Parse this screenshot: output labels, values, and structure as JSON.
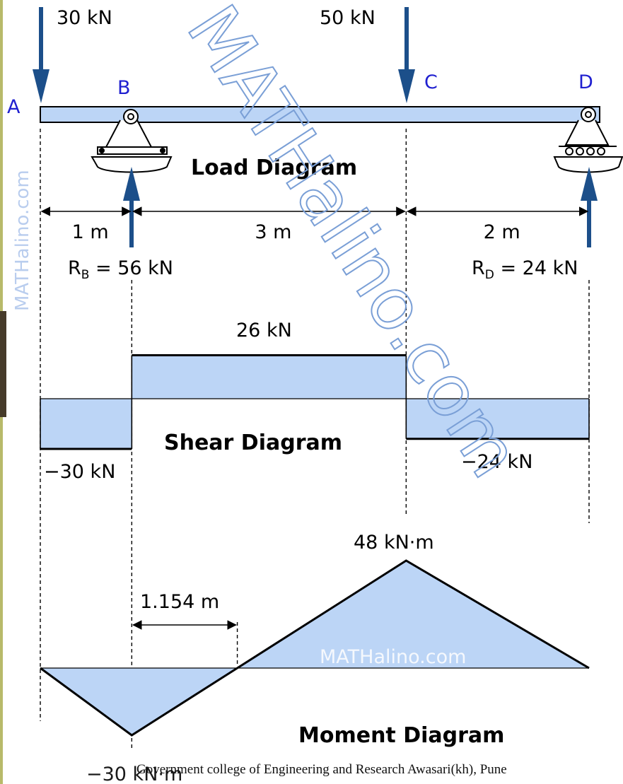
{
  "colors": {
    "fill": "#bcd5f6",
    "line": "#000000",
    "arrow": "#1c4f8a",
    "node_label": "#2020d0",
    "watermark": "#7a9fd6",
    "left_strip": "#b8ba6a",
    "dark_strip": "#463b2a"
  },
  "beam": {
    "points": [
      {
        "label": "A",
        "position": 0
      },
      {
        "label": "B",
        "position": 1
      },
      {
        "label": "C",
        "position": 4
      },
      {
        "label": "D",
        "position": 6
      }
    ],
    "loads": [
      {
        "label": "30 kN",
        "position": 0,
        "direction": "down"
      },
      {
        "label": "50 kN",
        "position": 4,
        "direction": "down"
      }
    ],
    "reactions": [
      {
        "name": "R",
        "sub": "B",
        "value": " = 56 kN",
        "position": 1,
        "support": "pin"
      },
      {
        "name": "R",
        "sub": "D",
        "value": " = 24 kN",
        "position": 6,
        "support": "roller"
      }
    ],
    "spans": [
      {
        "label": "1 m",
        "from": 0,
        "to": 1
      },
      {
        "label": "3 m",
        "from": 1,
        "to": 4
      },
      {
        "label": "2 m",
        "from": 4,
        "to": 6
      }
    ],
    "title": "Load Diagram"
  },
  "shear": {
    "title": "Shear Diagram",
    "segments": [
      {
        "from": 0,
        "to": 1,
        "value": -30
      },
      {
        "from": 1,
        "to": 4,
        "value": 26
      },
      {
        "from": 4,
        "to": 6,
        "value": -24
      }
    ],
    "labels": [
      "26 kN",
      "−30 kN",
      "−24 kN"
    ]
  },
  "moment": {
    "title": "Moment Diagram",
    "points": [
      {
        "x": 0,
        "m": 0
      },
      {
        "x": 1,
        "m": -30
      },
      {
        "x": 2.154,
        "m": 0
      },
      {
        "x": 4,
        "m": 48
      },
      {
        "x": 6,
        "m": 0
      }
    ],
    "max_label": "48 kN·m",
    "min_label": "−30 kN·m",
    "zero_dim_label": "1.154 m",
    "zero_dim": {
      "from": 1,
      "to": 2.154
    }
  },
  "watermarks": {
    "diagonal": "MATHalino.com",
    "vertical": "MATHalino.com",
    "inner": "MATHalino.com"
  },
  "footer": "Government college of Engineering and Research Awasari(kh), Pune"
}
